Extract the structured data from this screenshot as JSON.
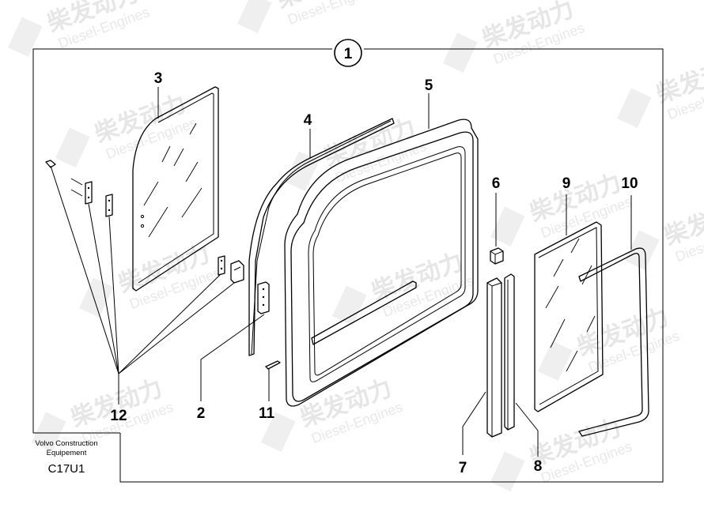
{
  "title_number": "1",
  "callouts": {
    "c2": "2",
    "c3": "3",
    "c4": "4",
    "c5": "5",
    "c6": "6",
    "c7": "7",
    "c8": "8",
    "c9": "9",
    "c10": "10",
    "c11": "11",
    "c12": "12"
  },
  "stamp": {
    "line1": "Volvo Construction",
    "line2": "Equipement",
    "code": "C17U1"
  },
  "watermark": {
    "chinese": "柴发动力",
    "english": "Diesel-Engines"
  }
}
